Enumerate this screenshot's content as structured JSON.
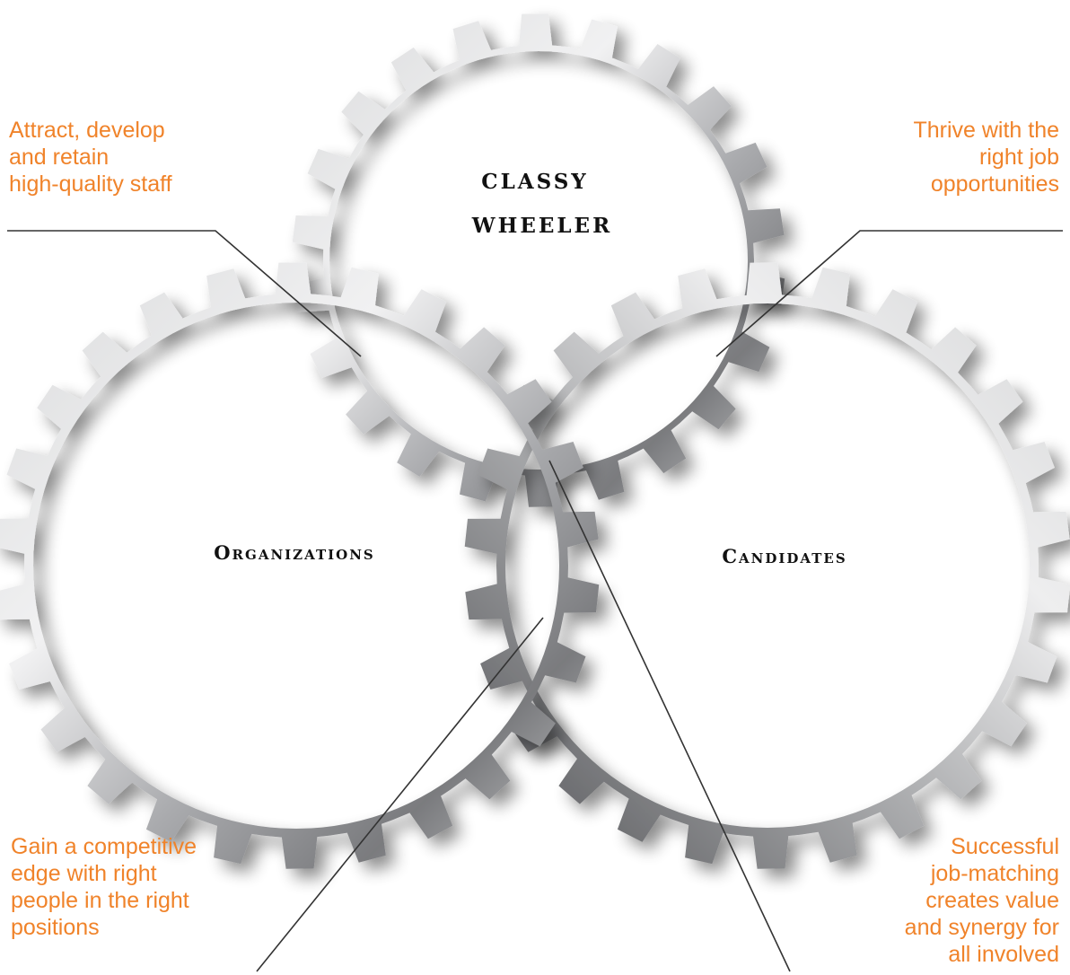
{
  "gears": {
    "top": {
      "line1": "CLASSY",
      "line2": "WHEELER"
    },
    "left": {
      "label": "Organizations"
    },
    "right": {
      "label": "Candidates"
    }
  },
  "notes": {
    "top_left": "Attract, develop\nand retain\nhigh-quality staff",
    "top_right": "Thrive with the\nright job\nopportunities",
    "bottom_left": "Gain a competitive\nedge with right\npeople in the right\npositions",
    "bottom_right": "Successful\njob-matching\ncreates value\nand synergy for\nall involved"
  },
  "colors": {
    "note_text": "#f0832a",
    "gear_light": "#e9e9ea",
    "gear_mid": "#b8b9bb",
    "gear_dark": "#6e6f72",
    "leader_line": "#333333"
  }
}
